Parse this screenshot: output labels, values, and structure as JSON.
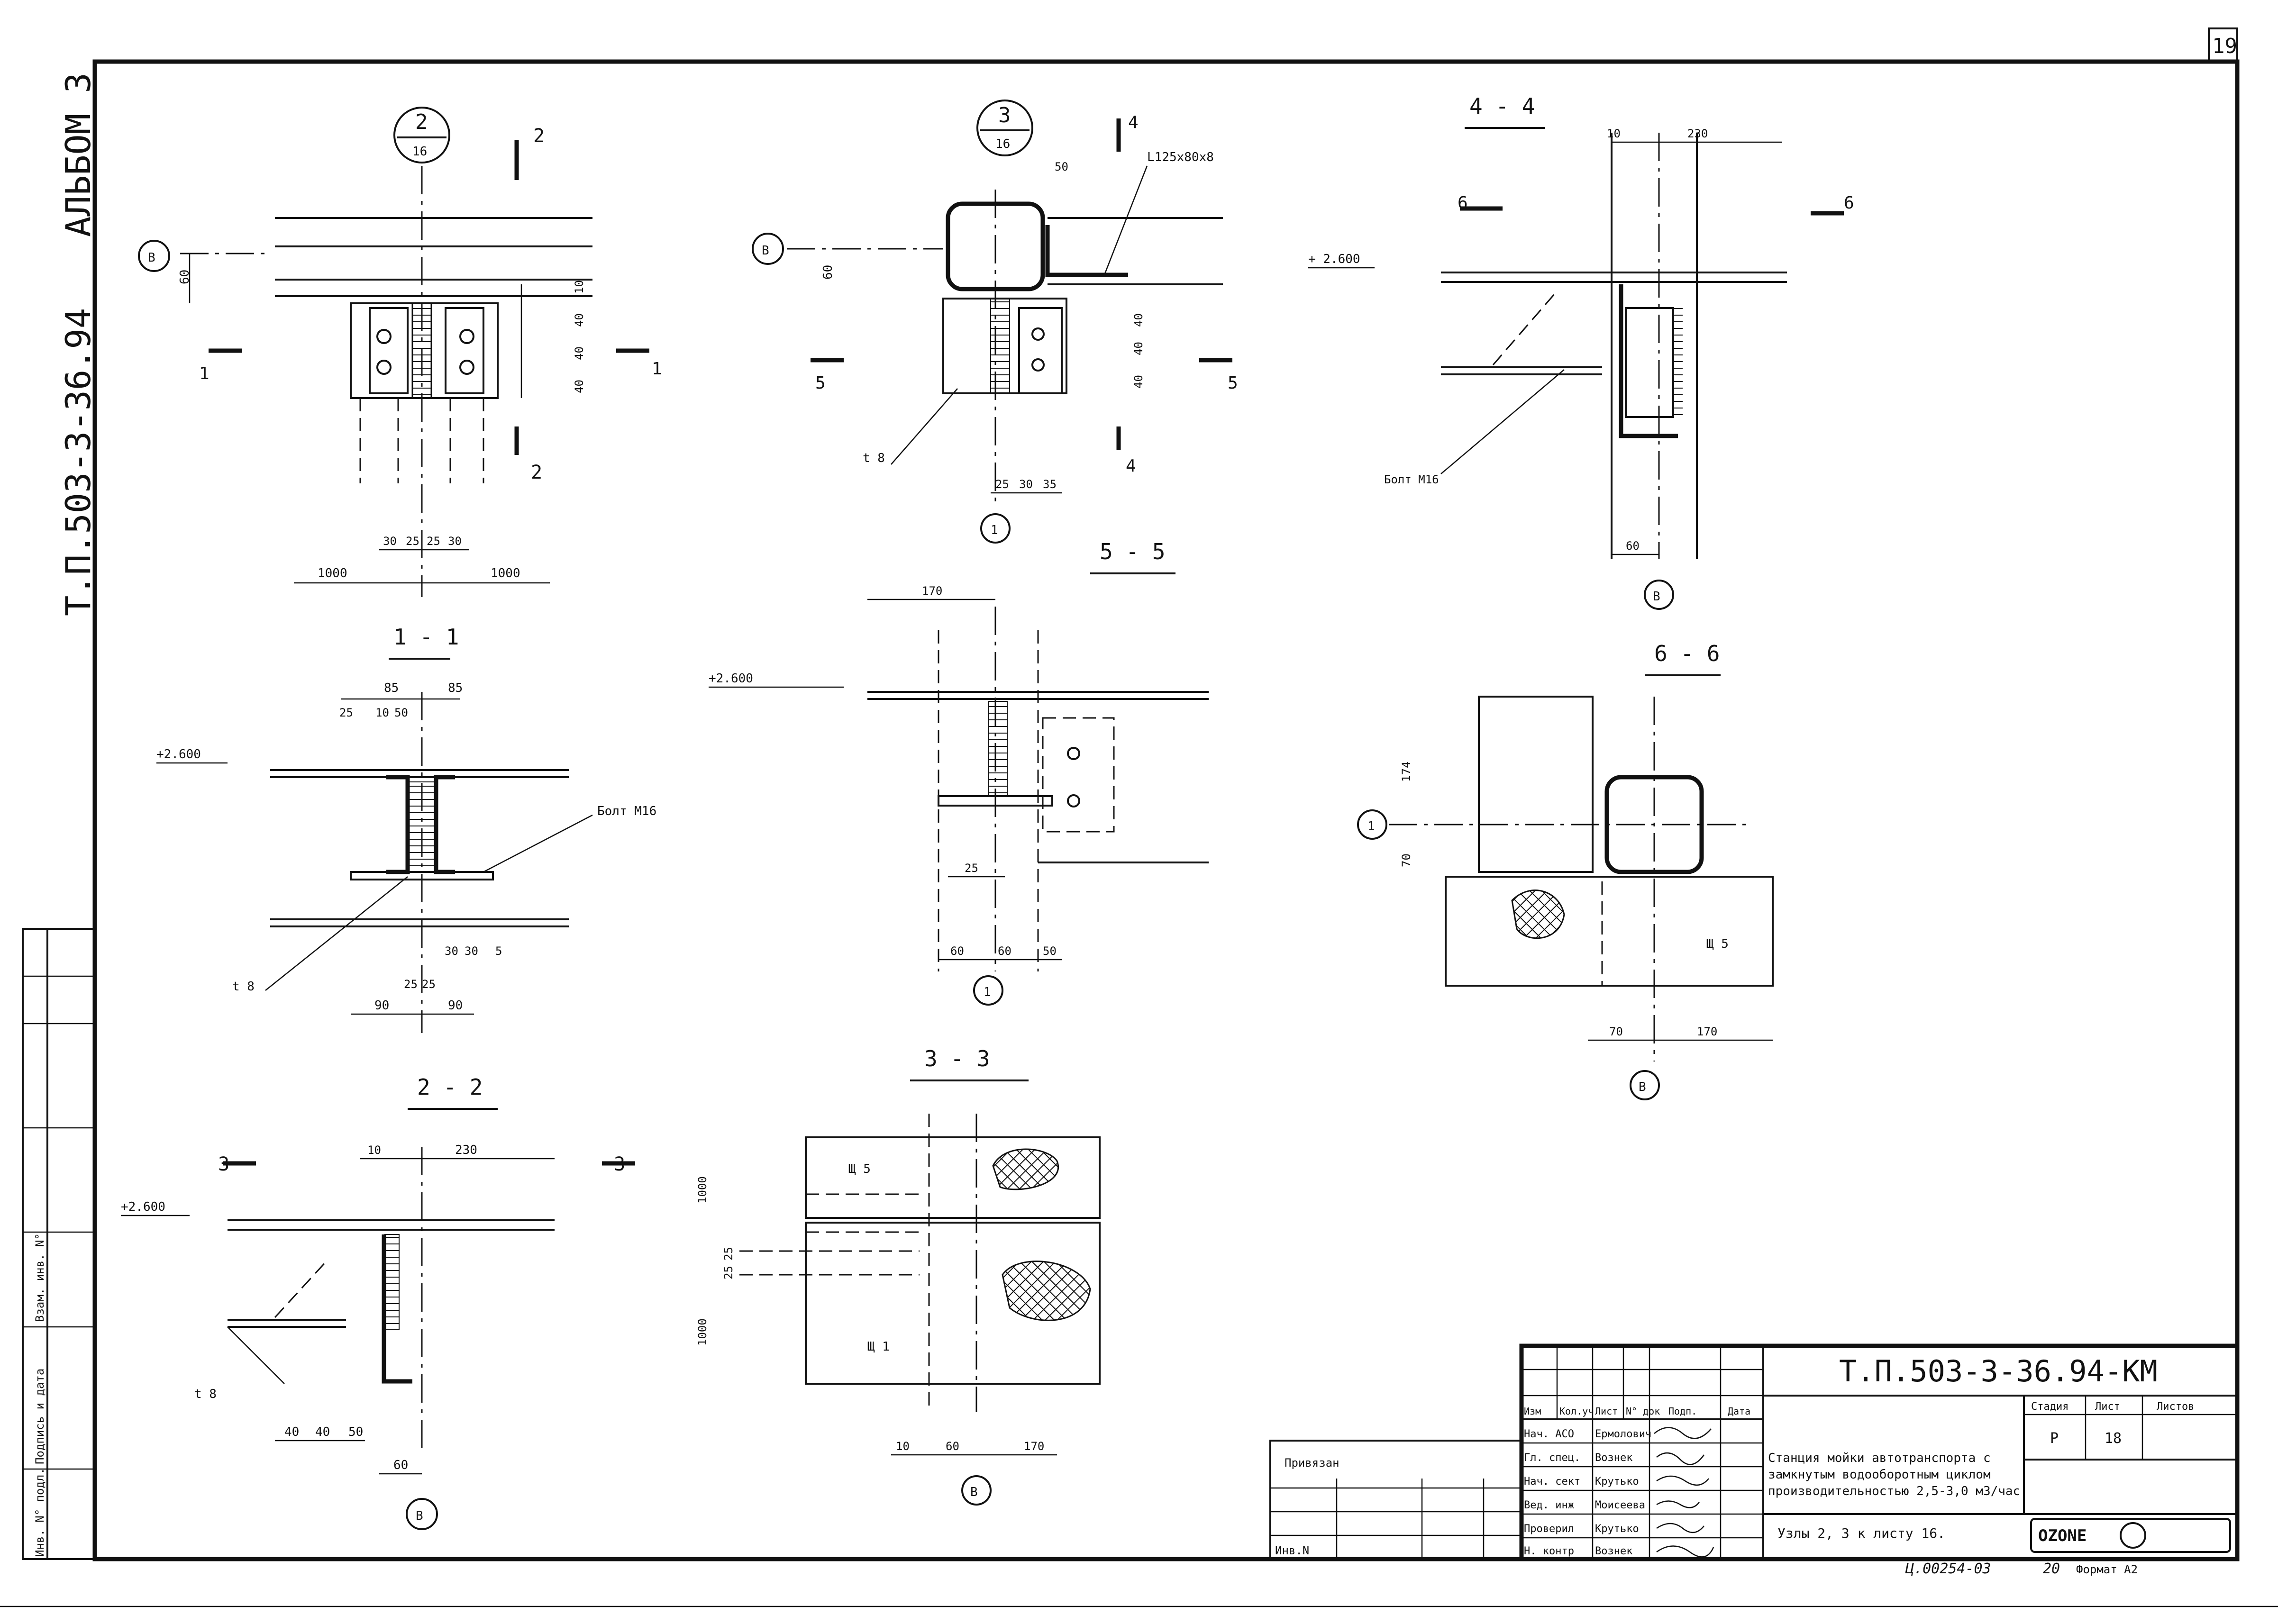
{
  "sheet": {
    "corner_number": "19",
    "album": "АЛЬБОМ 3",
    "side_code": "Т.П.503-3-36.94",
    "format": "Формат А2",
    "inventory": "Ц.00254-03",
    "inventory_page": "20"
  },
  "side_stamp": {
    "inv_orig": "Инв. N° подл.",
    "sign_date": "Подпись и дата",
    "replace_inv": "Взам. инв. N°"
  },
  "views": {
    "node2": {
      "num": "2",
      "sheet": "16"
    },
    "node3": {
      "num": "3",
      "sheet": "16"
    },
    "s11": "1 - 1",
    "s22": "2 - 2",
    "s33": "3 - 3",
    "s44": "4 - 4",
    "s55": "5 - 5",
    "s66": "6 - 6"
  },
  "labels": {
    "axisB": "В",
    "axis1": "1",
    "elev": "+2.600",
    "elev2": "+ 2.600",
    "elev3": "+2.600",
    "bolt": "Болт М16",
    "plate": "t 8",
    "angle": "L125х80х8",
    "panel5": "Щ 5",
    "panel1": "Щ 1",
    "cut1": "1",
    "cut2": "2",
    "cut3": "3",
    "cut4": "4",
    "cut5": "5",
    "cut6": "6"
  },
  "dims": {
    "d60": "60",
    "d10": "10",
    "d40": "40",
    "d30": "30",
    "d25": "25",
    "d1000": "1000",
    "d85": "85",
    "d50": "50",
    "d90": "90",
    "d5": "5",
    "d35": "35",
    "d170": "170",
    "d230": "230",
    "d174": "174",
    "d70": "70"
  },
  "title_block": {
    "code": "Т.П.503-3-36.94-КМ",
    "description": [
      "Станция мойки автотранспорта с",
      "замкнутым водооборотным циклом",
      "производительностью 2,5-3,0 м3/час"
    ],
    "sheet_title": "Узлы 2, 3 к листу 16.",
    "headers": [
      "Изм",
      "Кол.уч",
      "Лист",
      "N° док",
      "Подп.",
      "Дата"
    ],
    "people": [
      {
        "role": "Нач. АСО",
        "name": "Ермолович"
      },
      {
        "role": "Гл. спец.",
        "name": "Вознек"
      },
      {
        "role": "Нач. сект",
        "name": "Крутько"
      },
      {
        "role": "Вед. инж",
        "name": "Моисеева"
      },
      {
        "role": "Проверил",
        "name": "Крутько"
      },
      {
        "role": "Н. контр",
        "name": "Вознек"
      }
    ],
    "stage_label": "Стадия",
    "sheet_label": "Лист",
    "sheets_label": "Листов",
    "stage": "Р",
    "sheet_no": "18",
    "sheets": "",
    "linked": "Привязан",
    "inv_no": "Инв.N",
    "org": "OZONE"
  }
}
